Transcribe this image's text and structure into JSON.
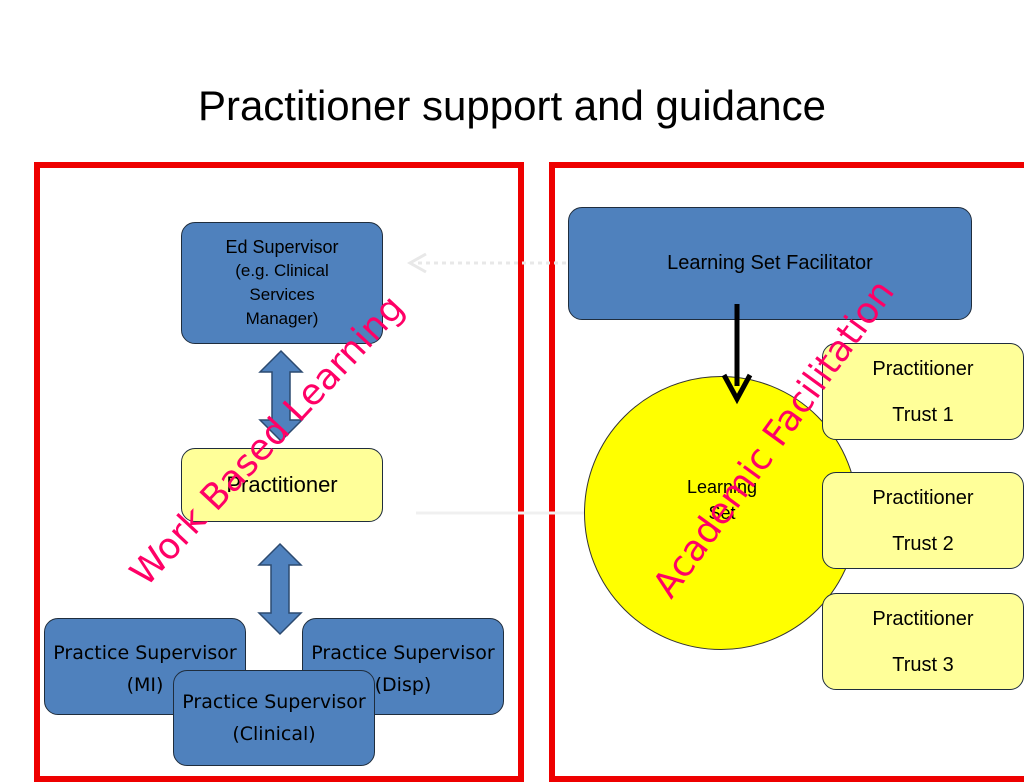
{
  "title": "Practitioner support and guidance",
  "left_panel": {
    "ed_supervisor": [
      "Ed Supervisor",
      "(e.g. Clinical",
      "Services",
      "Manager)"
    ],
    "practitioner": "Practitioner",
    "ps_mi": [
      "Practice Supervisor",
      "(MI)"
    ],
    "ps_disp": [
      "Practice Supervisor",
      "(Disp)"
    ],
    "ps_clinical": [
      "Practice Supervisor",
      "(Clinical)"
    ],
    "rotated_label": "Work Based Learning"
  },
  "right_panel": {
    "facilitator": "Learning Set Facilitator",
    "learning_set": [
      "Learning",
      "Set"
    ],
    "trusts": [
      {
        "line1": "Practitioner",
        "line2": "Trust 1"
      },
      {
        "line1": "Practitioner",
        "line2": "Trust 2"
      },
      {
        "line1": "Practitioner",
        "line2": "Trust 3"
      }
    ],
    "rotated_label": "Academic Facilitation"
  },
  "colors": {
    "frame": "#ee0000",
    "box_blue": "#4f81bd",
    "box_yellow": "#ffff99",
    "circle": "#ffff00",
    "rotated_text": "#ff0066"
  }
}
